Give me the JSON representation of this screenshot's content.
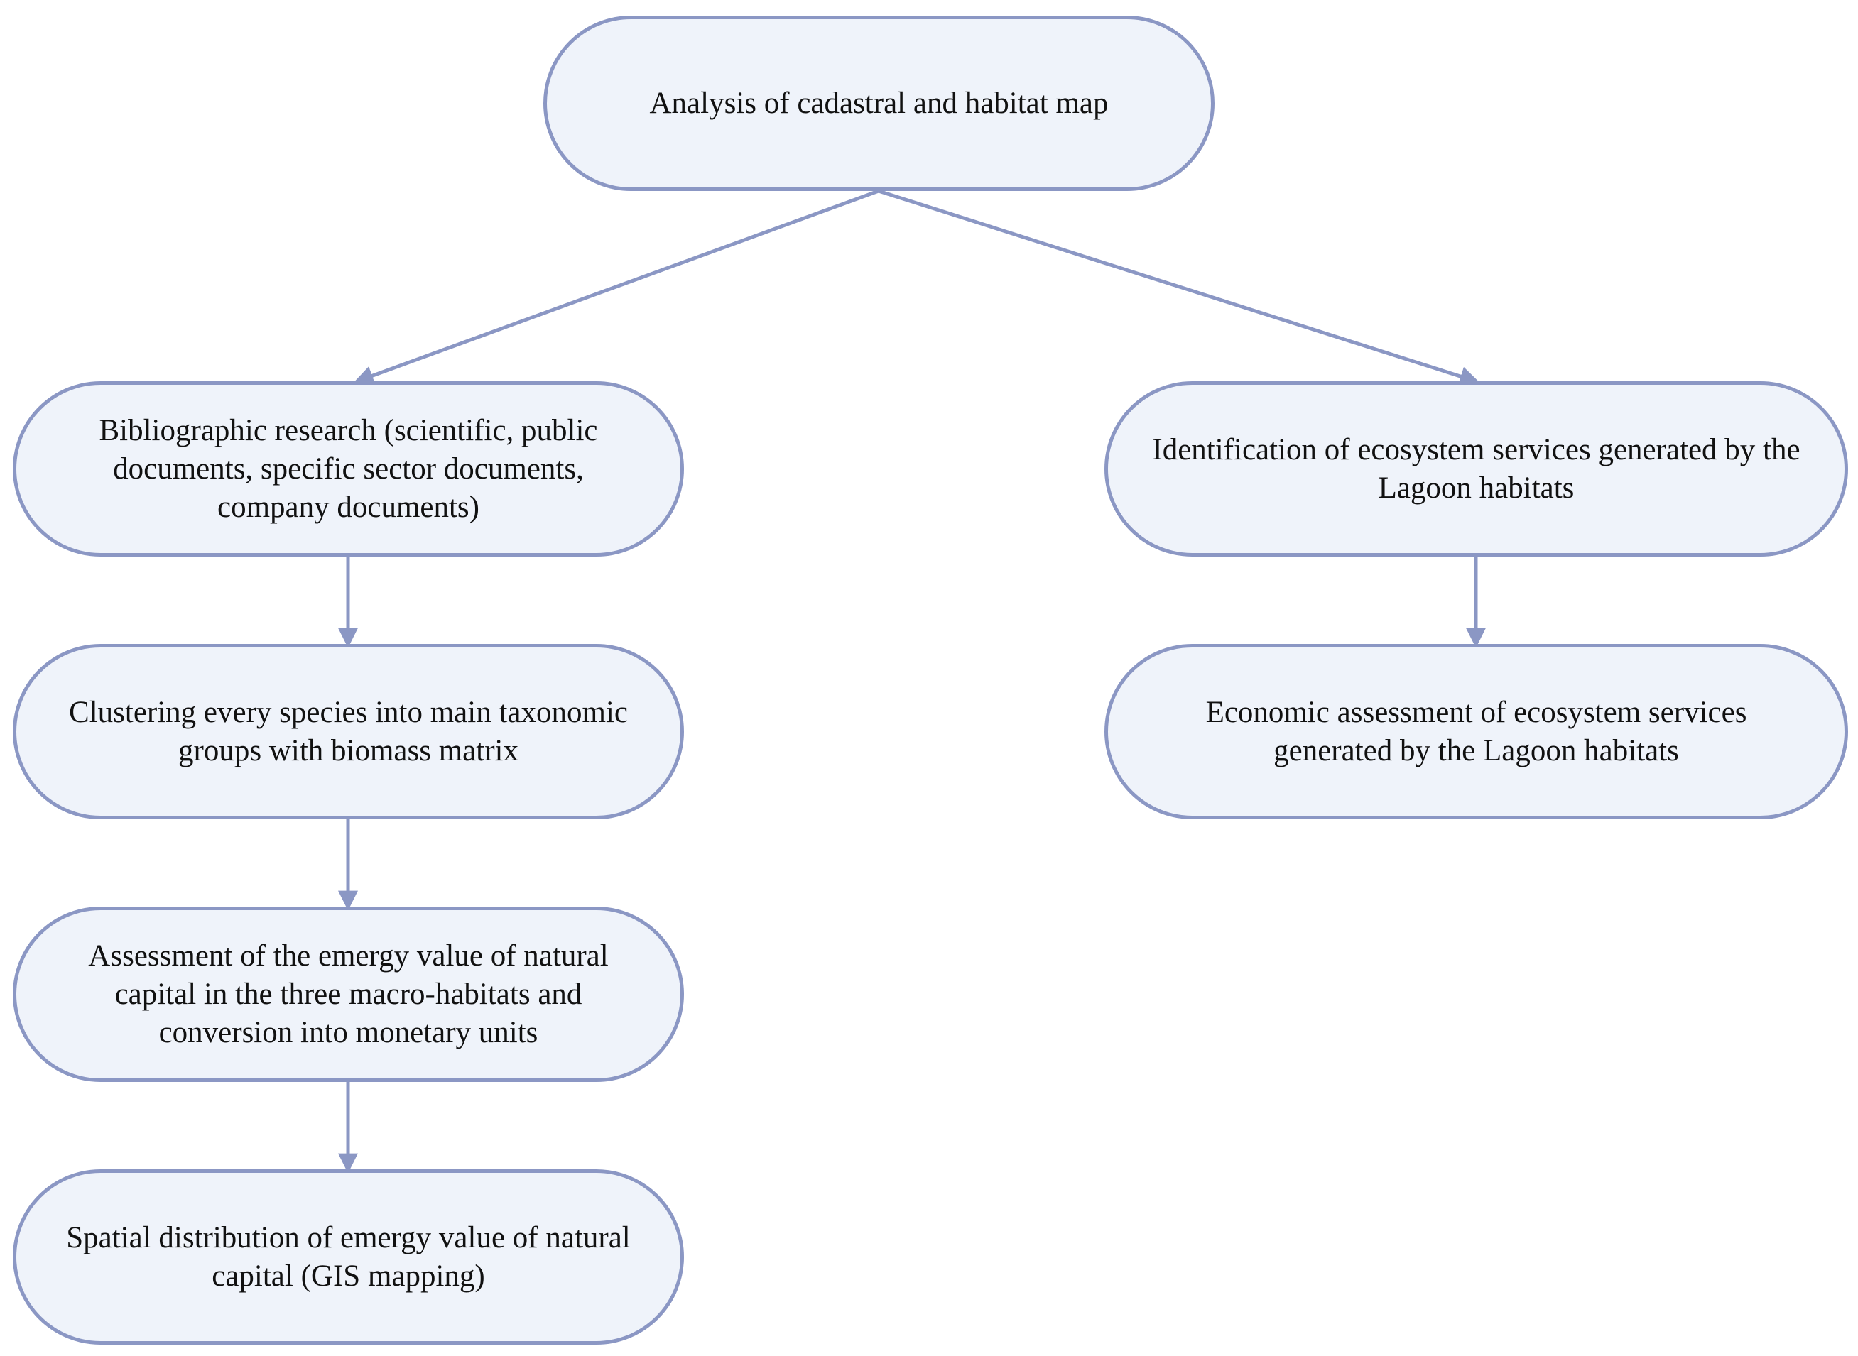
{
  "colors": {
    "node_fill": "#eff3fa",
    "node_border": "#8b97c4",
    "connector": "#8b97c4",
    "text": "#111111"
  },
  "nodes": {
    "root": "Analysis of cadastral and habitat map",
    "bibliographic": "Bibliographic research (scientific, public documents, specific sector documents, company documents)",
    "clustering": "Clustering every species into main taxonomic groups with biomass matrix",
    "emergy_assessment": "Assessment of the emergy value of natural capital in the three macro-habitats and conversion into monetary units",
    "spatial_distribution": "Spatial distribution of emergy value of natural capital (GIS mapping)",
    "identification": "Identification of ecosystem services generated by the Lagoon habitats",
    "economic_assessment": "Economic assessment of ecosystem services generated by the Lagoon habitats"
  },
  "edges": [
    {
      "from": "root",
      "to": "bibliographic"
    },
    {
      "from": "root",
      "to": "identification"
    },
    {
      "from": "bibliographic",
      "to": "clustering"
    },
    {
      "from": "clustering",
      "to": "emergy_assessment"
    },
    {
      "from": "emergy_assessment",
      "to": "spatial_distribution"
    },
    {
      "from": "identification",
      "to": "economic_assessment"
    }
  ]
}
